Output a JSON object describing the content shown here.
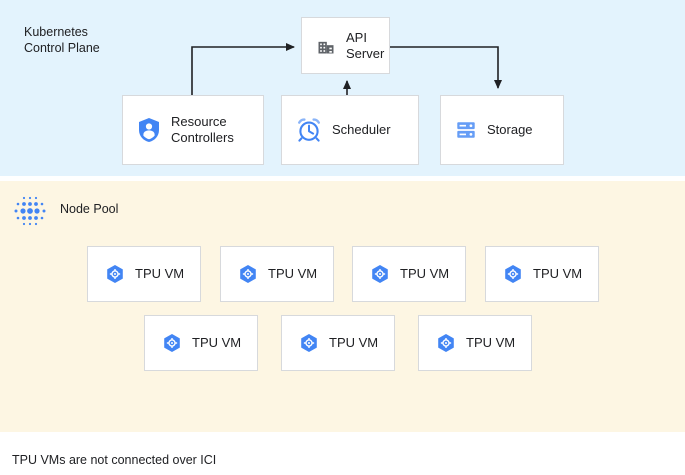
{
  "diagram": {
    "caption": "TPU VMs are not connected over ICI",
    "colors": {
      "control_plane_band": "#e3f3fd",
      "node_pool_band": "#fdf6e3",
      "accent_blue": "#4285f4",
      "icon_gray": "#5f6368",
      "box_border": "#d7d9dc",
      "connector": "#202124",
      "text": "#202124"
    }
  },
  "control_plane": {
    "title": "Kubernetes\nControl Plane",
    "nodes": [
      {
        "id": "api-server",
        "label": "API\nServer",
        "icon": "office-building-icon"
      },
      {
        "id": "resource",
        "label": "Resource\nControllers",
        "icon": "shield-person-icon"
      },
      {
        "id": "scheduler",
        "label": "Scheduler",
        "icon": "alarm-clock-icon"
      },
      {
        "id": "storage",
        "label": "Storage",
        "icon": "server-rack-icon"
      }
    ],
    "connections": [
      {
        "from": "resource",
        "to": "api-server",
        "direction": "up-right"
      },
      {
        "from": "scheduler",
        "to": "api-server",
        "direction": "up"
      },
      {
        "from": "api-server",
        "to": "storage",
        "direction": "right-down"
      }
    ]
  },
  "node_pool": {
    "title": "Node Pool",
    "icon": "node-pool-dots-icon",
    "vms": [
      {
        "label": "TPU VM",
        "icon": "tpu-hex-icon"
      },
      {
        "label": "TPU VM",
        "icon": "tpu-hex-icon"
      },
      {
        "label": "TPU VM",
        "icon": "tpu-hex-icon"
      },
      {
        "label": "TPU VM",
        "icon": "tpu-hex-icon"
      },
      {
        "label": "TPU VM",
        "icon": "tpu-hex-icon"
      },
      {
        "label": "TPU VM",
        "icon": "tpu-hex-icon"
      },
      {
        "label": "TPU VM",
        "icon": "tpu-hex-icon"
      }
    ]
  }
}
